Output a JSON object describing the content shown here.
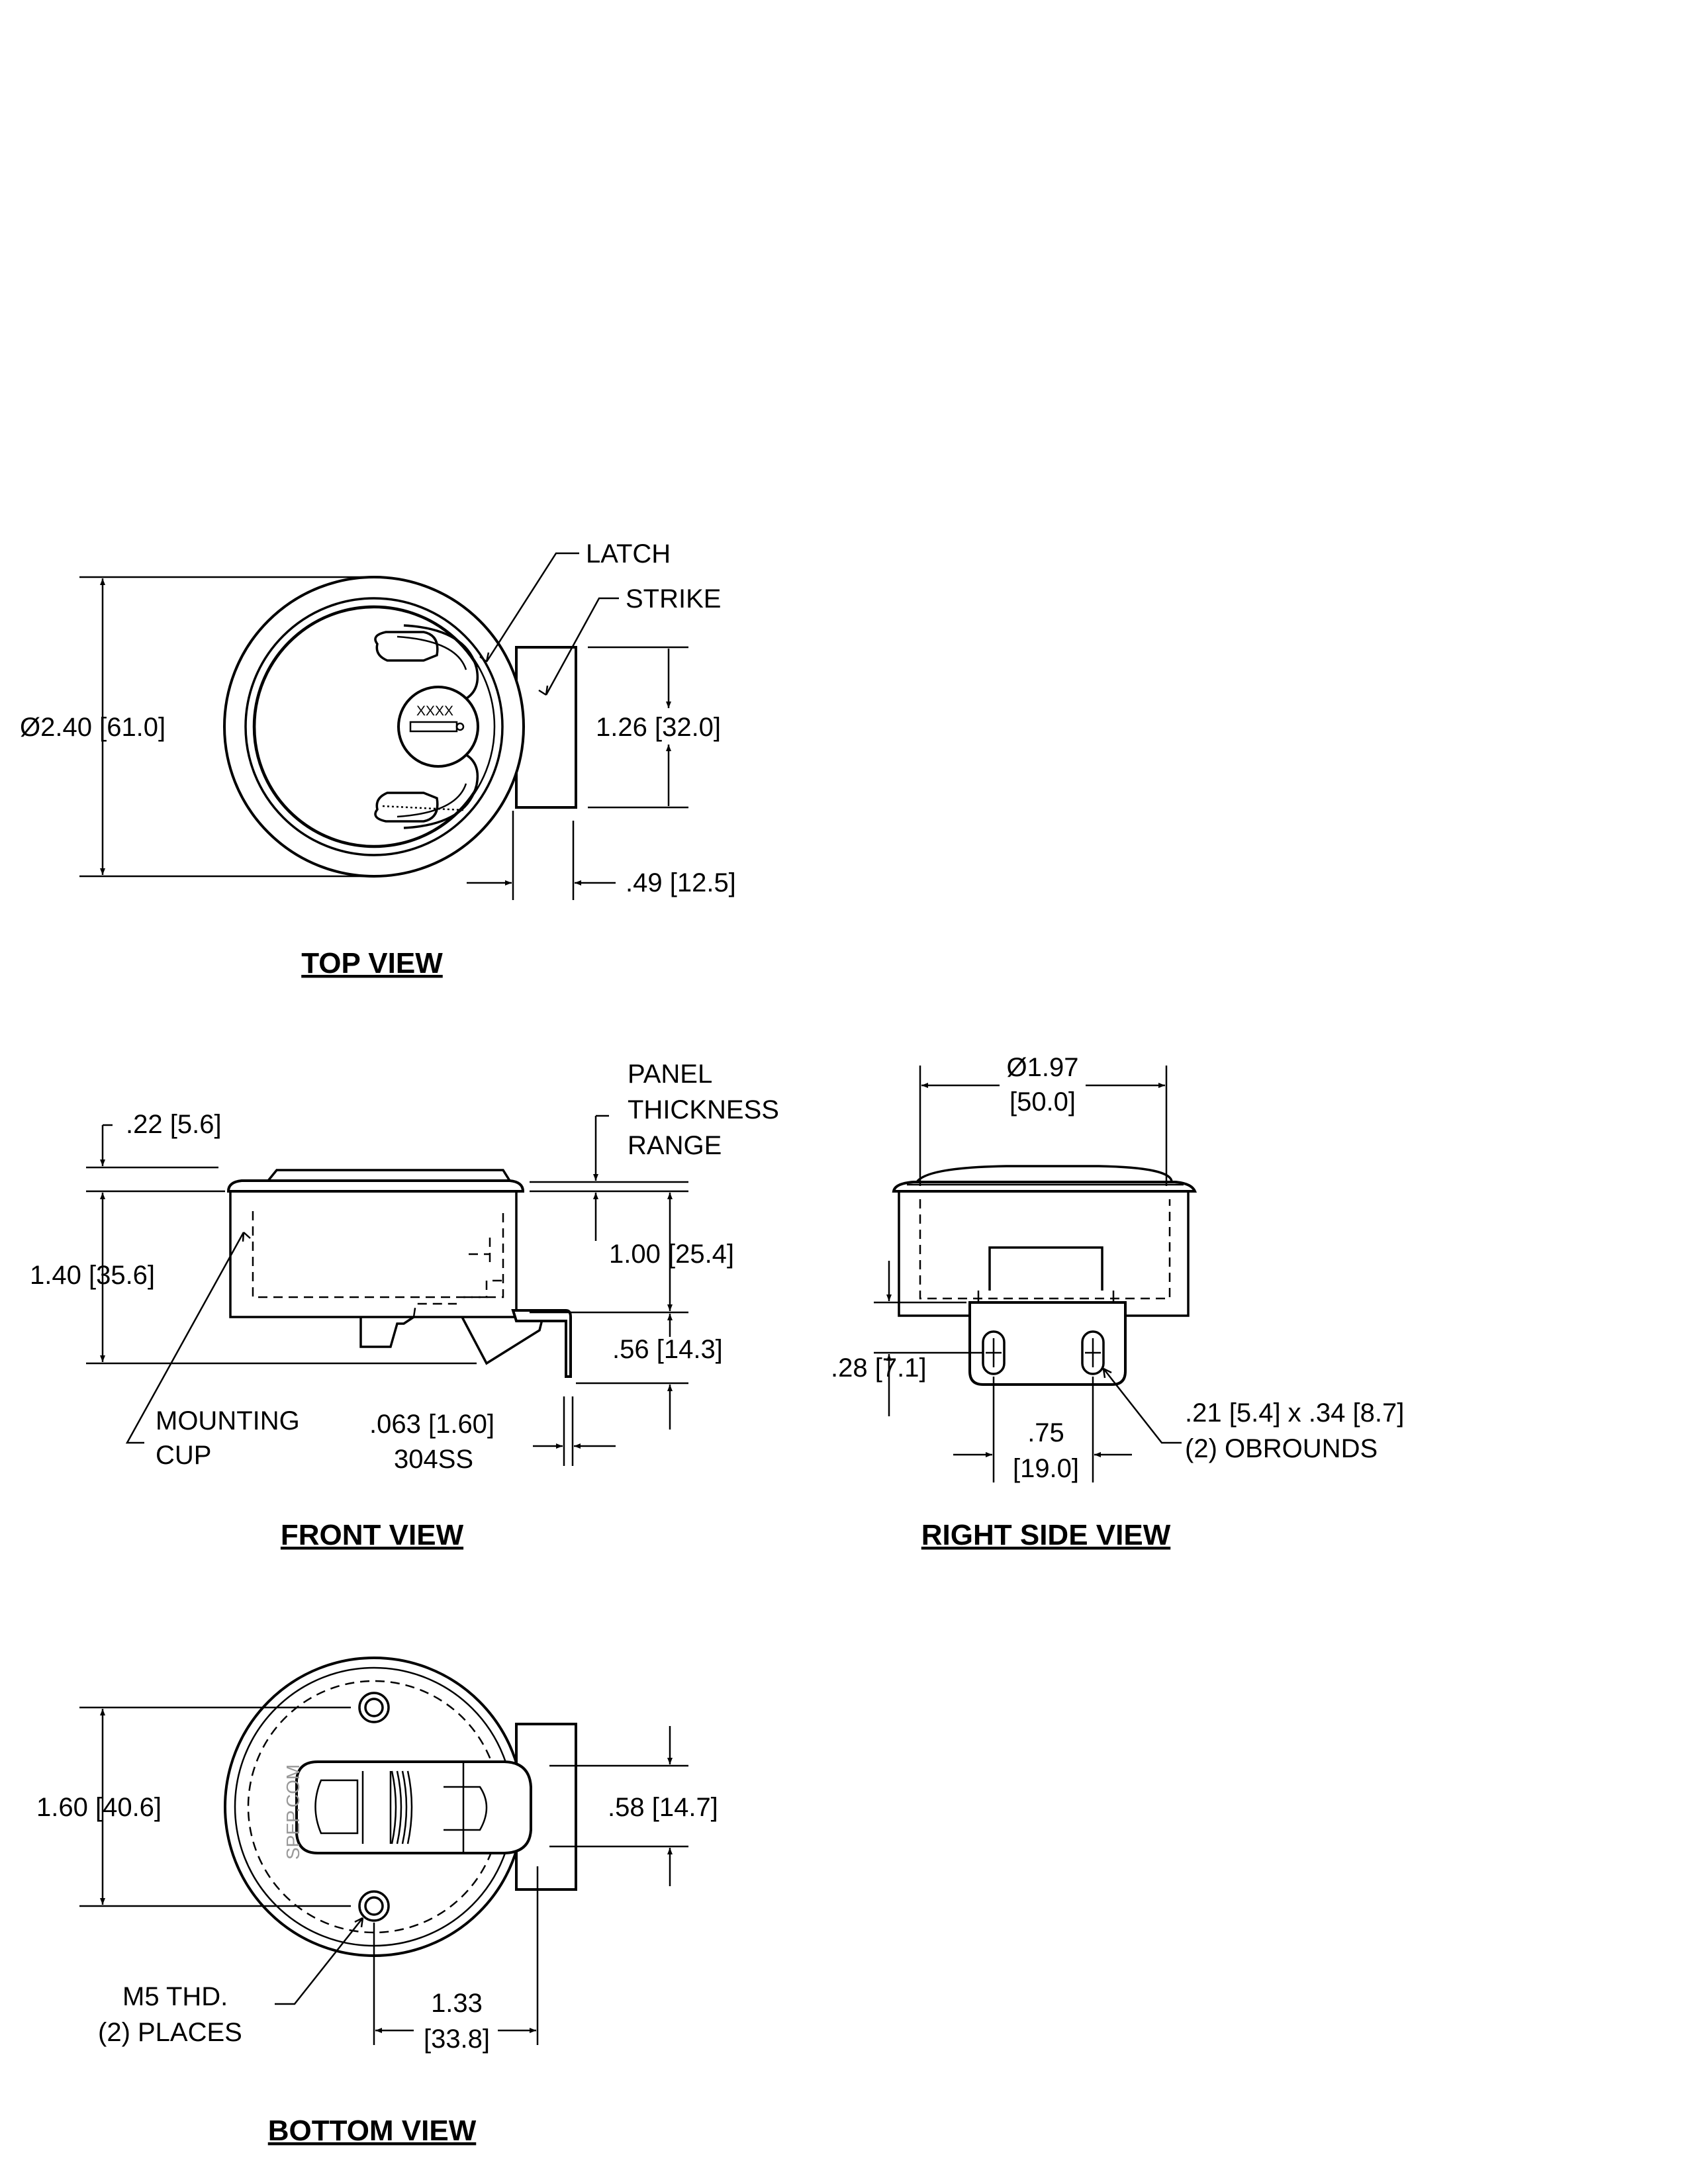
{
  "views": {
    "top": {
      "title": "TOP VIEW",
      "diameter": "Ø2.40 [61.0]",
      "strike_height": "1.26 [32.0]",
      "strike_width": ".49 [12.5]",
      "latch_label": "LATCH",
      "strike_label": "STRIKE",
      "key_text": "XXXX"
    },
    "front": {
      "title": "FRONT VIEW",
      "flange": ".22 [5.6]",
      "overall_height": "1.40 [35.6]",
      "panel_line1": "PANEL",
      "panel_line2": "THICKNESS",
      "panel_line3": "RANGE",
      "panel_range": "1.00 [25.4]",
      "strike_depth": ".56 [14.3]",
      "material_thickness": ".063 [1.60]",
      "material": "304SS",
      "cup_line1": "MOUNTING",
      "cup_line2": "CUP"
    },
    "right": {
      "title": "RIGHT SIDE VIEW",
      "dia_line1": "Ø1.97",
      "dia_line2": "[50.0]",
      "slot_offset": ".28 [7.1]",
      "slot_spacing_line1": ".75",
      "slot_spacing_line2": "[19.0]",
      "obround_line1": ".21 [5.4] x .34 [8.7]",
      "obround_line2": "(2) OBROUNDS"
    },
    "bottom": {
      "title": "BOTTOM VIEW",
      "hole_spacing": "1.60 [40.6]",
      "strike_width": ".58 [14.7]",
      "thread_line1": "M5 THD.",
      "thread_line2": "(2) PLACES",
      "offset_line1": "1.33",
      "offset_line2": "[33.8]",
      "watermark": "SPEP.COM"
    }
  }
}
